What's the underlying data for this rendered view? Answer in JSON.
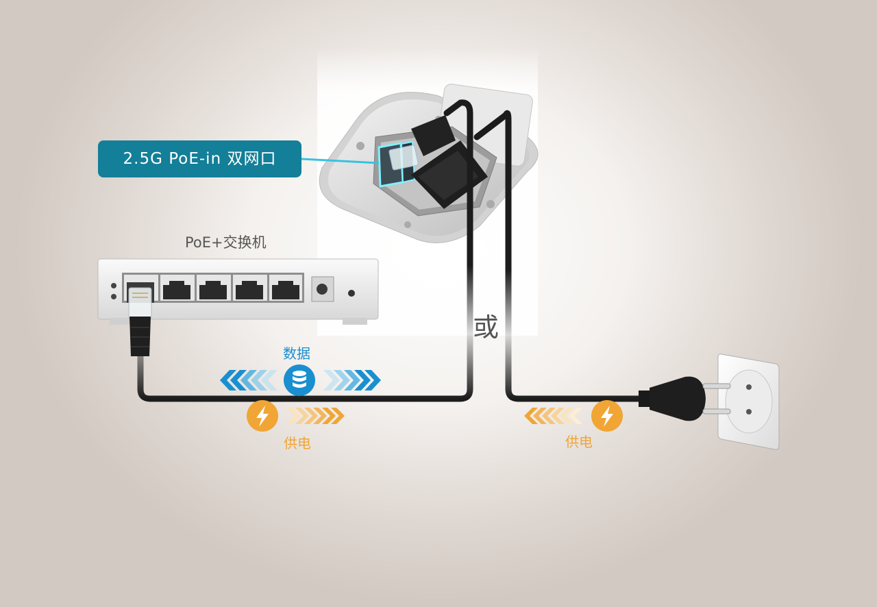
{
  "callout": {
    "label": "2.5G PoE-in 双网口"
  },
  "switch": {
    "title": "PoE+交换机"
  },
  "separator": {
    "or_label": "或"
  },
  "left_link": {
    "data_label": "数据",
    "power_label": "供电"
  },
  "right_link": {
    "power_label": "供电"
  },
  "colors": {
    "callout_bg": "#137f98",
    "data_blue": "#1a8fd0",
    "power_orange": "#f0a534",
    "cable": "#1c1c1c"
  },
  "icons": [
    "database-icon",
    "lightning-bolt-icon",
    "rj45-plug-icon",
    "power-plug-icon",
    "wall-socket-icon"
  ]
}
